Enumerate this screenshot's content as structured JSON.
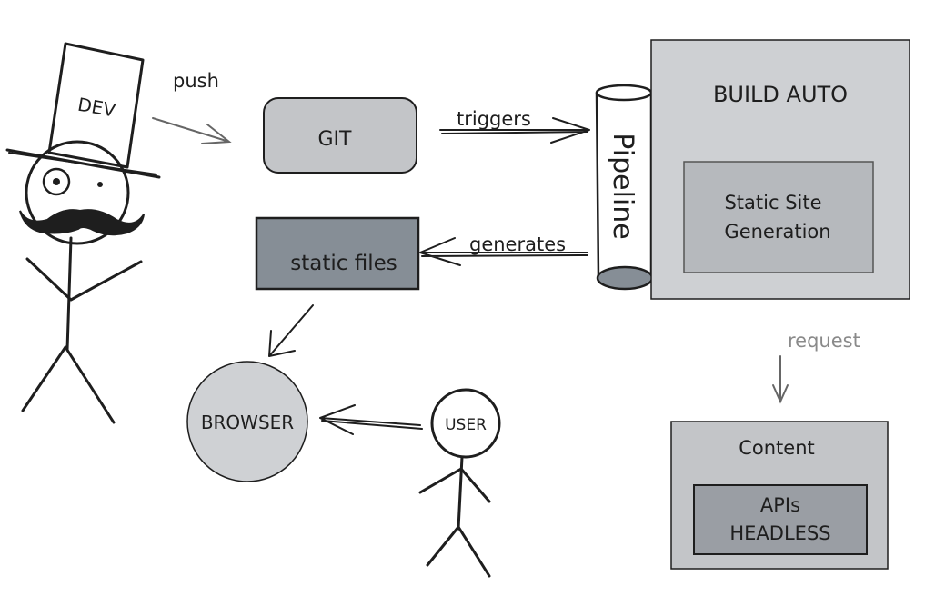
{
  "labels": {
    "dev": "DEV",
    "push": "push",
    "git": "GIT",
    "triggers": "triggers",
    "pipeline": "Pipeline",
    "build_auto": "BUILD AUTO",
    "static_site_line1": "Static Site",
    "static_site_line2": "Generation",
    "generates": "generates",
    "static_files": "static files",
    "request": "request",
    "browser": "BROWSER",
    "user": "USER",
    "content": "Content",
    "apis_line1": "APIs",
    "apis_line2": "HEADLESS"
  },
  "colors": {
    "ink": "#1e1e1e",
    "git_fill": "#c3c5c8",
    "static_files_fill": "#868e96",
    "build_panel_fill": "#ced0d3",
    "static_site_fill": "#b6b9bd",
    "content_fill": "#c3c5c8",
    "apis_fill": "#9a9ea4",
    "browser_fill": "#cfd1d4",
    "pipeline_bottom": "#868e96",
    "muted_text": "#8a8a8a"
  }
}
